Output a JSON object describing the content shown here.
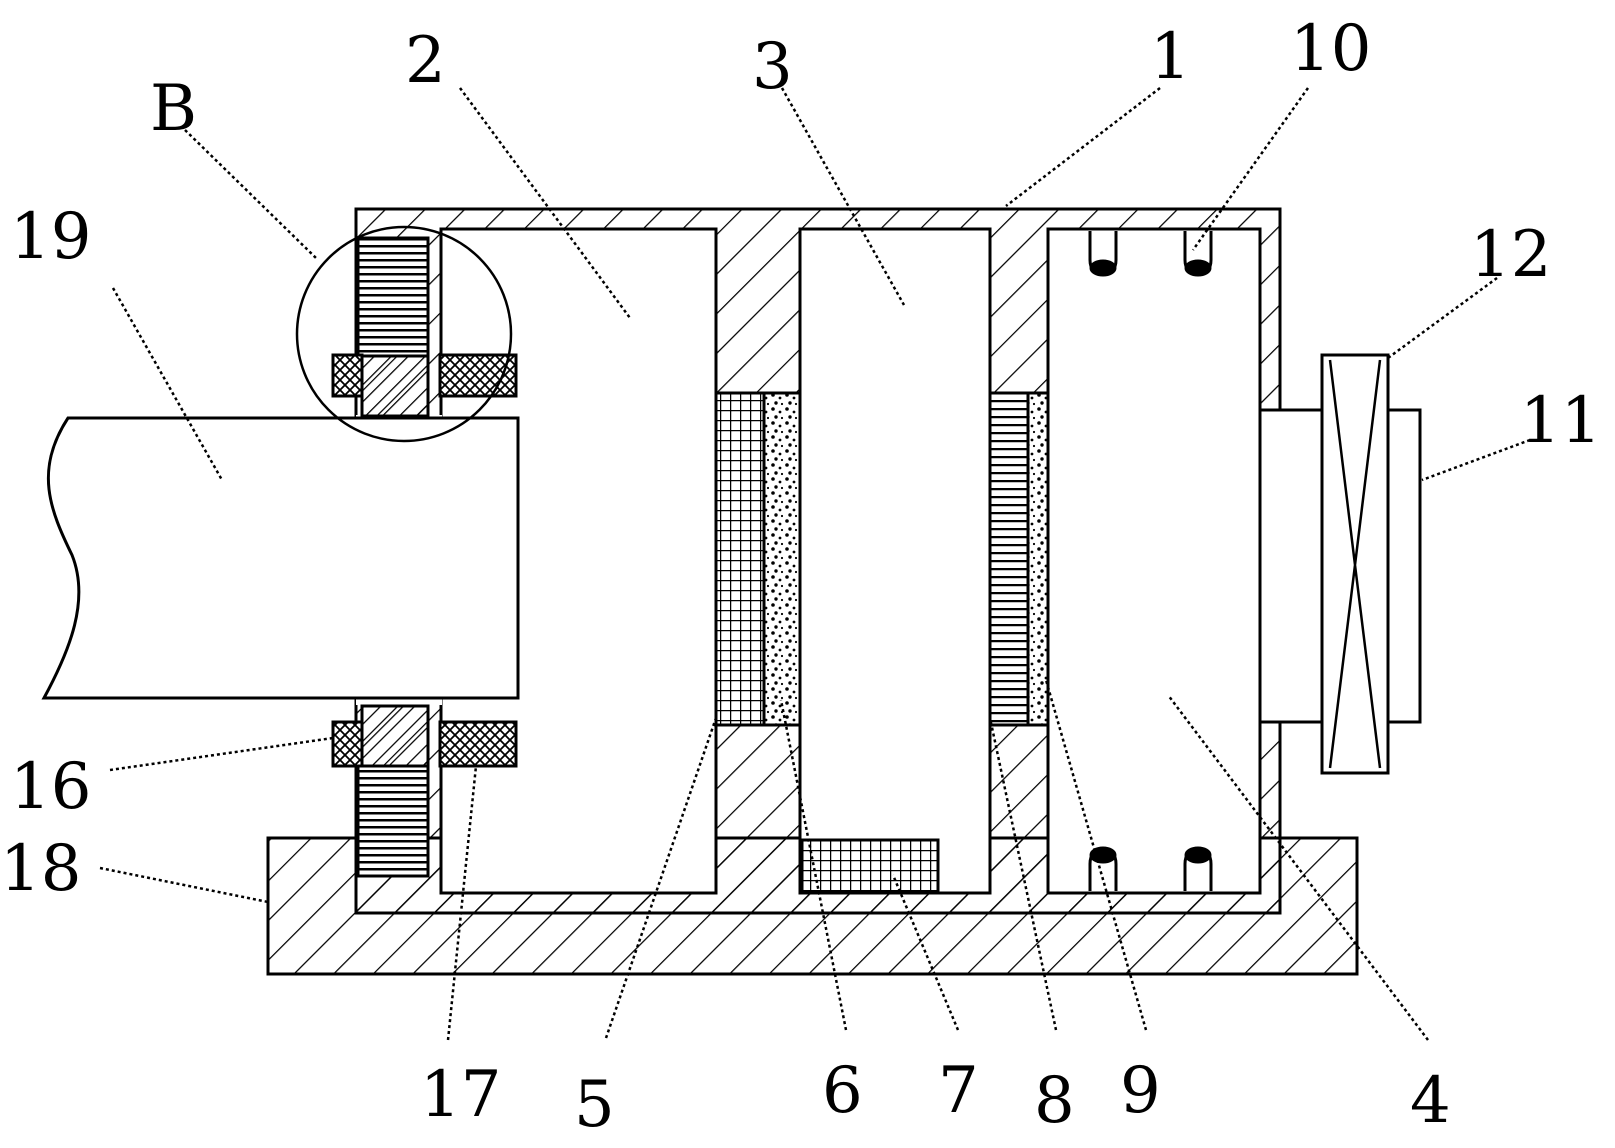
{
  "diagram": {
    "labels": {
      "n1": "1",
      "n2": "2",
      "n3": "3",
      "n4": "4",
      "n5": "5",
      "n6": "6",
      "n7": "7",
      "n8": "8",
      "n9": "9",
      "n10": "10",
      "n11": "11",
      "n12": "12",
      "n16": "16",
      "n17": "17",
      "n18": "18",
      "n19": "19",
      "B": "B"
    },
    "colors": {
      "ink": "#000000",
      "paper": "#ffffff"
    }
  }
}
